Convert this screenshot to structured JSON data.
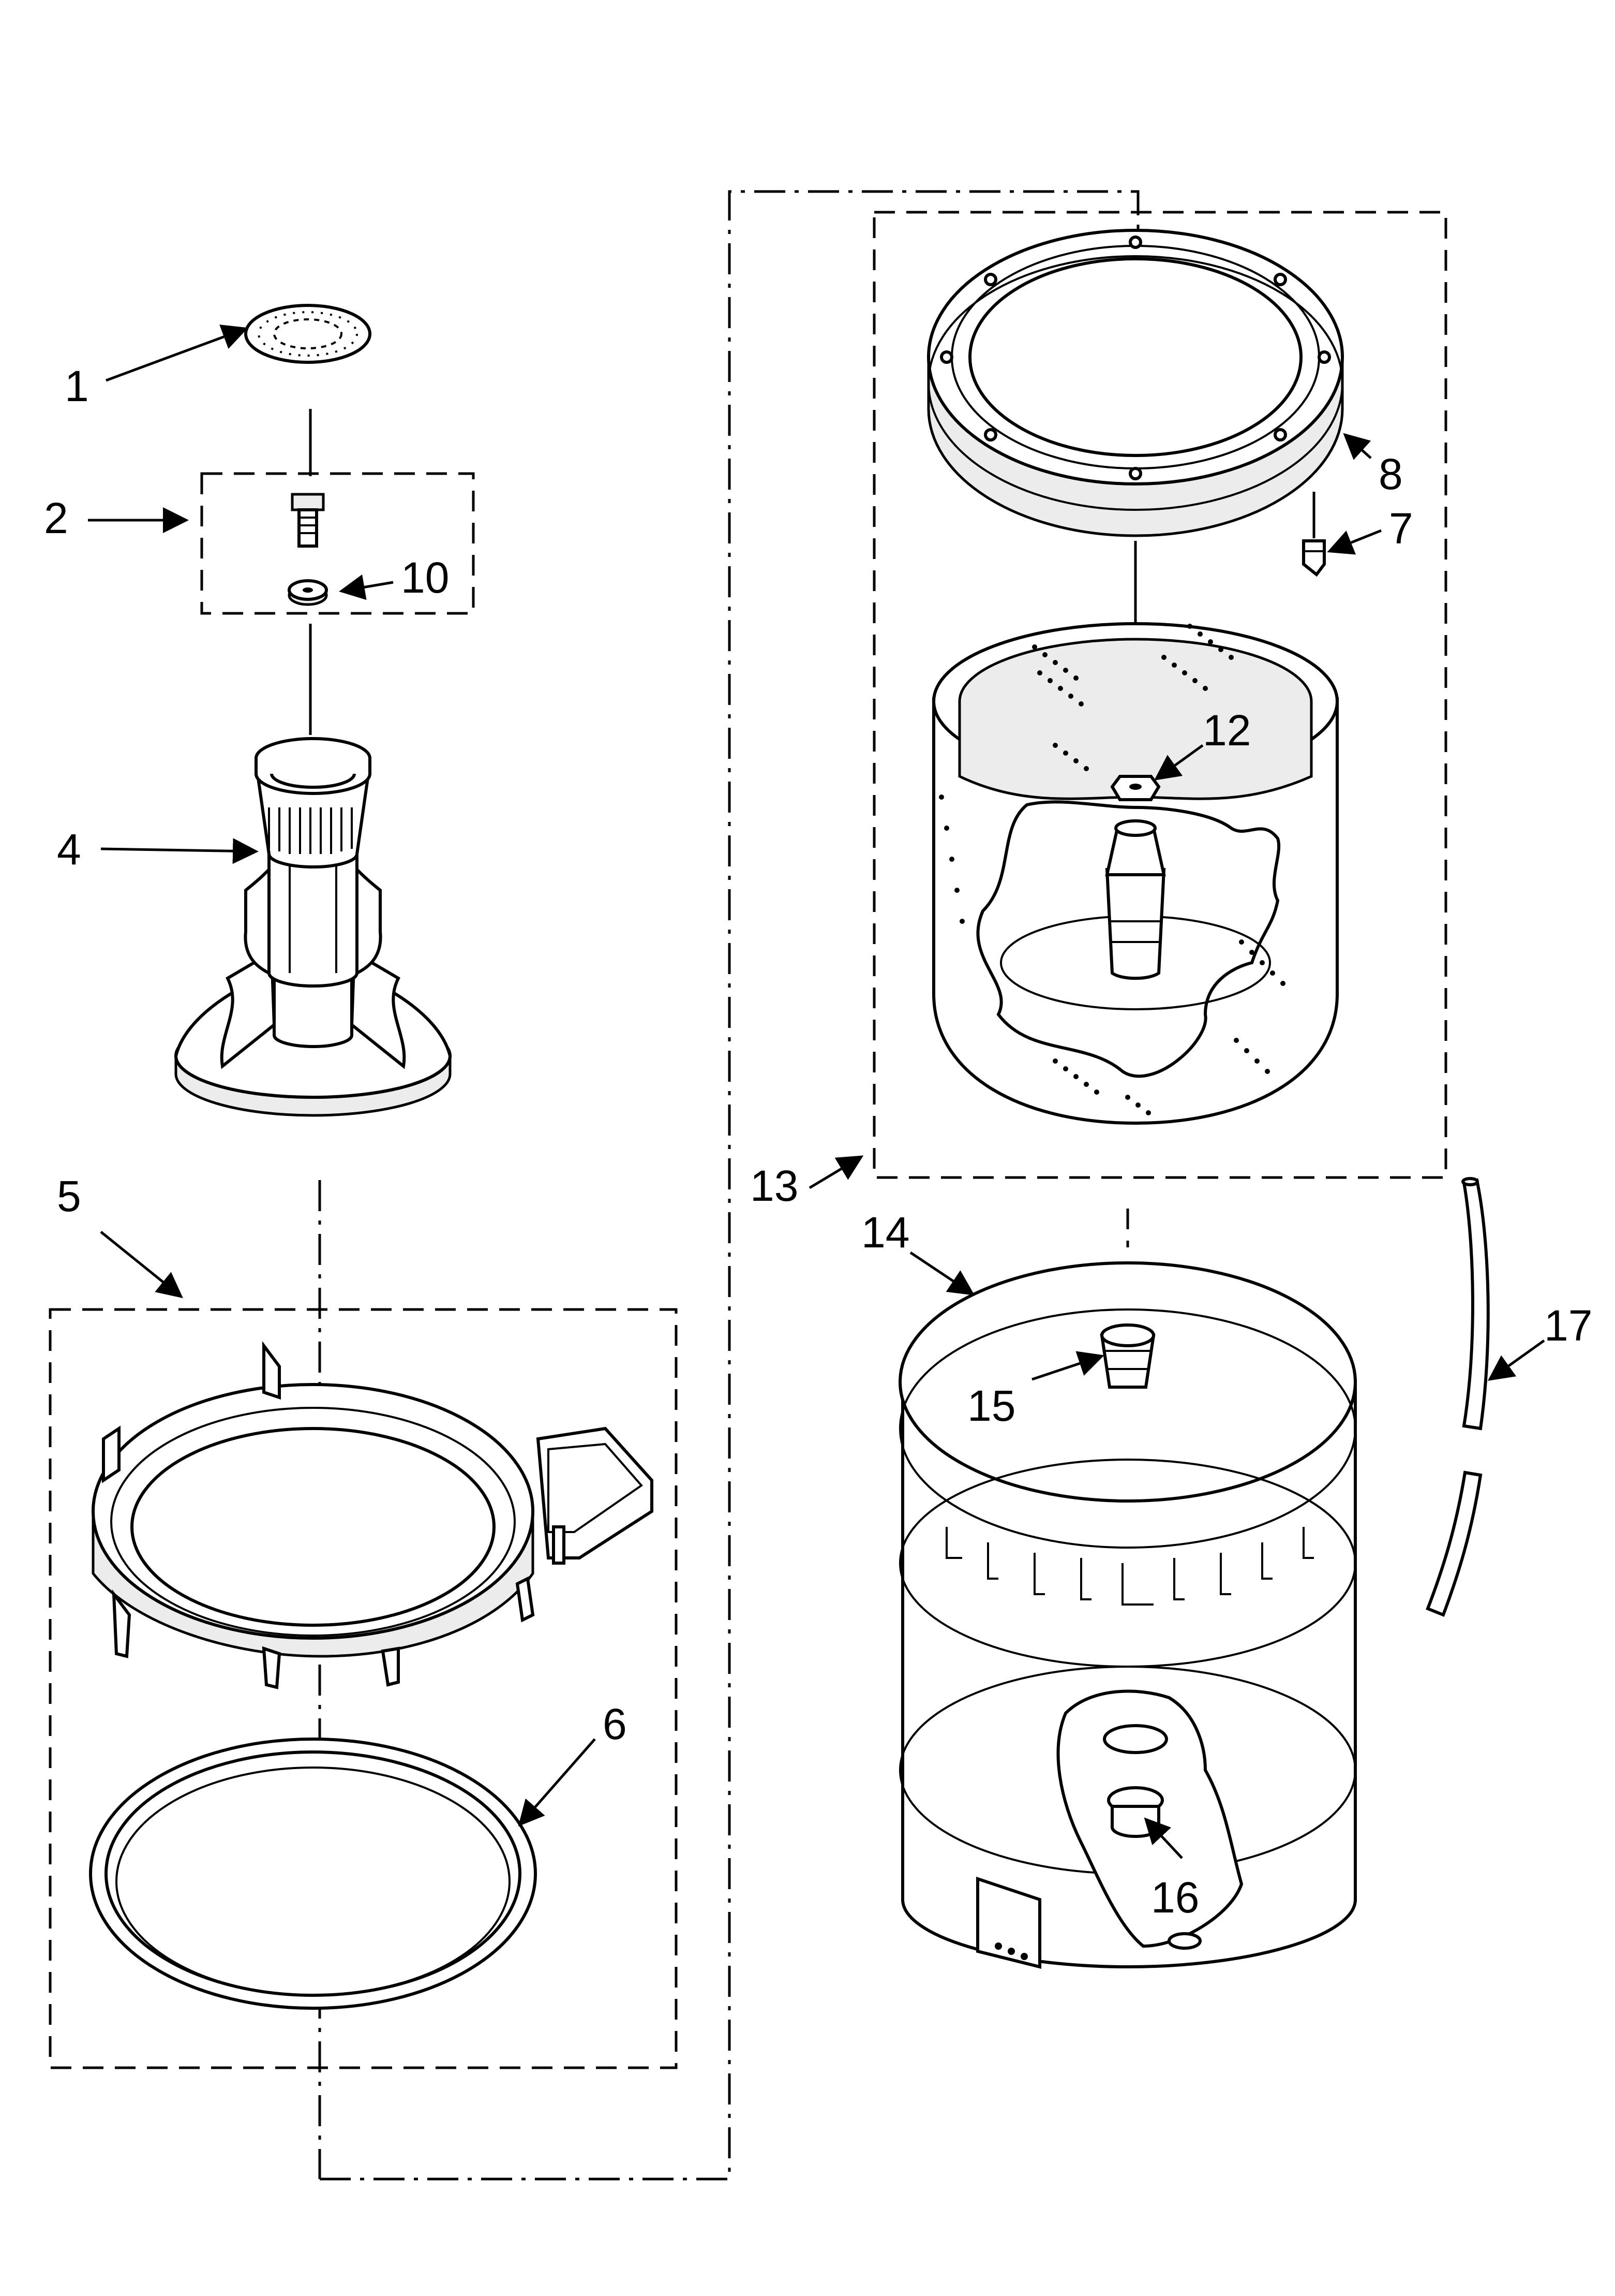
{
  "callouts": {
    "c1": "1",
    "c2": "2",
    "c4": "4",
    "c5": "5",
    "c6": "6",
    "c7": "7",
    "c8": "8",
    "c10": "10",
    "c12": "12",
    "c13": "13",
    "c14": "14",
    "c15": "15",
    "c16": "16",
    "c17": "17"
  }
}
